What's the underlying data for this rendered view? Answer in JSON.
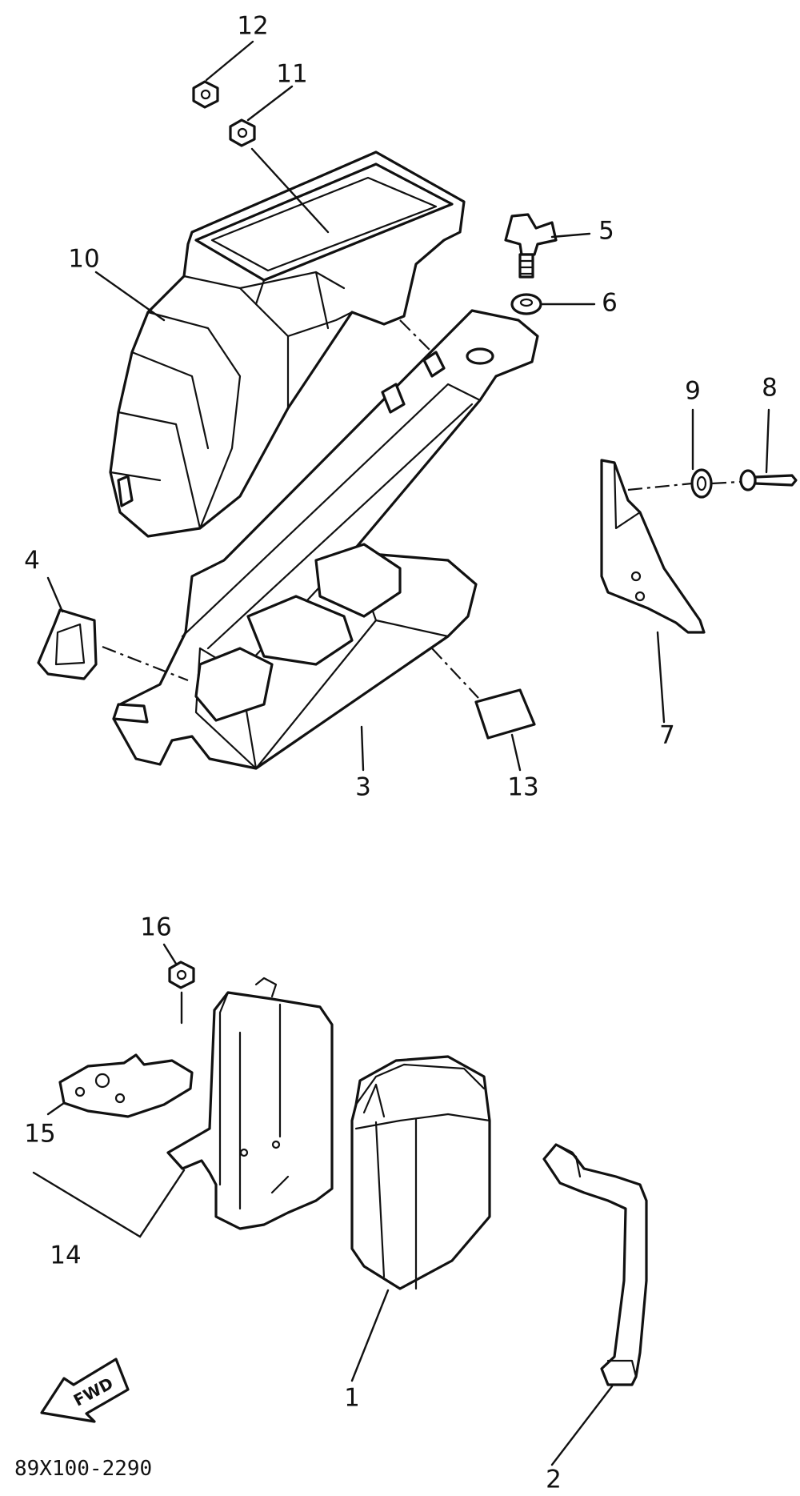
{
  "diagram": {
    "callouts": [
      {
        "id": "1",
        "label": "1"
      },
      {
        "id": "2",
        "label": "2"
      },
      {
        "id": "3",
        "label": "3"
      },
      {
        "id": "4",
        "label": "4"
      },
      {
        "id": "5",
        "label": "5"
      },
      {
        "id": "6",
        "label": "6"
      },
      {
        "id": "7",
        "label": "7"
      },
      {
        "id": "8",
        "label": "8"
      },
      {
        "id": "9",
        "label": "9"
      },
      {
        "id": "10",
        "label": "10"
      },
      {
        "id": "11",
        "label": "11"
      },
      {
        "id": "12",
        "label": "12"
      },
      {
        "id": "13",
        "label": "13"
      },
      {
        "id": "14",
        "label": "14"
      },
      {
        "id": "15",
        "label": "15"
      },
      {
        "id": "16",
        "label": "16"
      }
    ],
    "fwd_label": "FWD",
    "catalog_code": "89X100-2290"
  }
}
